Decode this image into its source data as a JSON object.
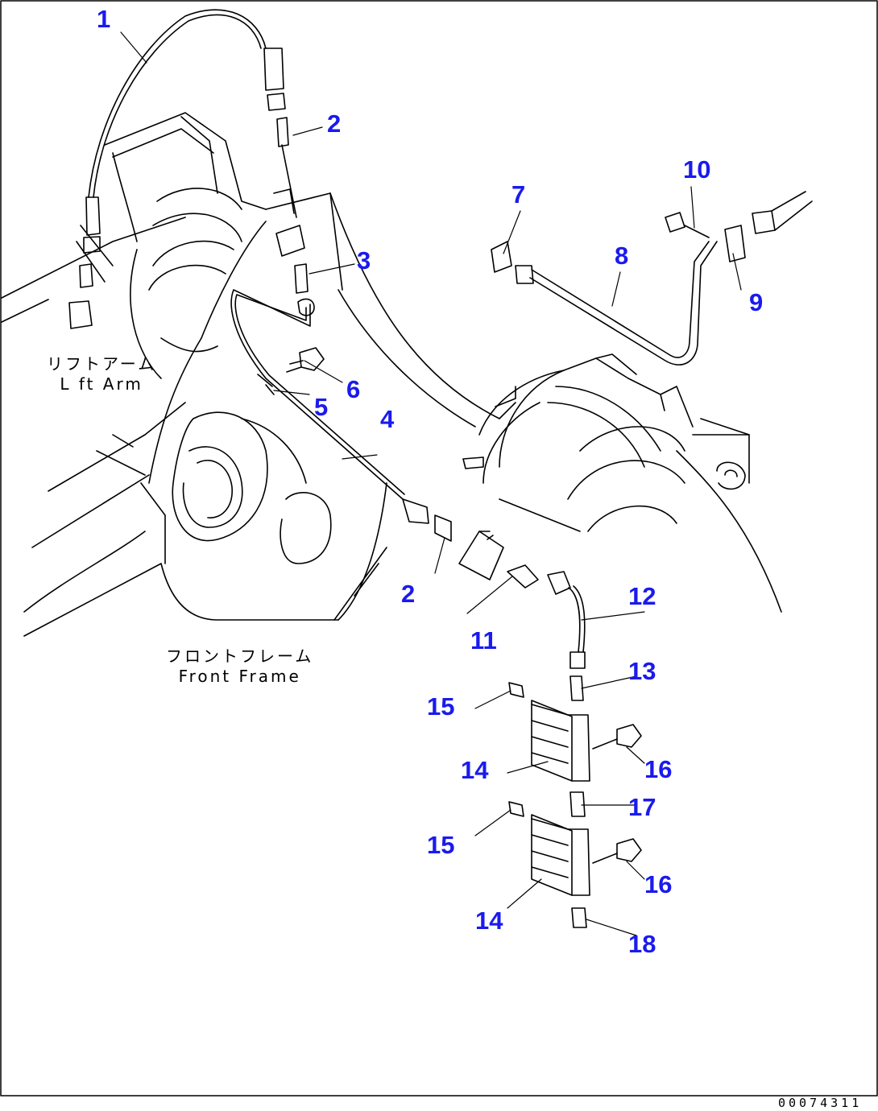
{
  "callouts": [
    {
      "id": "1",
      "text": "1"
    },
    {
      "id": "2a",
      "text": "2"
    },
    {
      "id": "2b",
      "text": "2"
    },
    {
      "id": "3",
      "text": "3"
    },
    {
      "id": "4",
      "text": "4"
    },
    {
      "id": "5",
      "text": "5"
    },
    {
      "id": "6",
      "text": "6"
    },
    {
      "id": "7",
      "text": "7"
    },
    {
      "id": "8",
      "text": "8"
    },
    {
      "id": "9",
      "text": "9"
    },
    {
      "id": "10",
      "text": "10"
    },
    {
      "id": "11",
      "text": "11"
    },
    {
      "id": "12",
      "text": "12"
    },
    {
      "id": "13",
      "text": "13"
    },
    {
      "id": "14a",
      "text": "14"
    },
    {
      "id": "14b",
      "text": "14"
    },
    {
      "id": "15a",
      "text": "15"
    },
    {
      "id": "15b",
      "text": "15"
    },
    {
      "id": "16a",
      "text": "16"
    },
    {
      "id": "16b",
      "text": "16"
    },
    {
      "id": "17",
      "text": "17"
    },
    {
      "id": "18",
      "text": "18"
    }
  ],
  "labels": {
    "lift_arm_jp": "リフトアーム",
    "lift_arm_en": "L ft Arm",
    "front_frame_jp": "フロントフレーム",
    "front_frame_en": "Front Frame"
  },
  "drawing_code": "00074311",
  "colors": {
    "callout": "#1a1aee",
    "linework": "#000000",
    "background": "#ffffff"
  }
}
